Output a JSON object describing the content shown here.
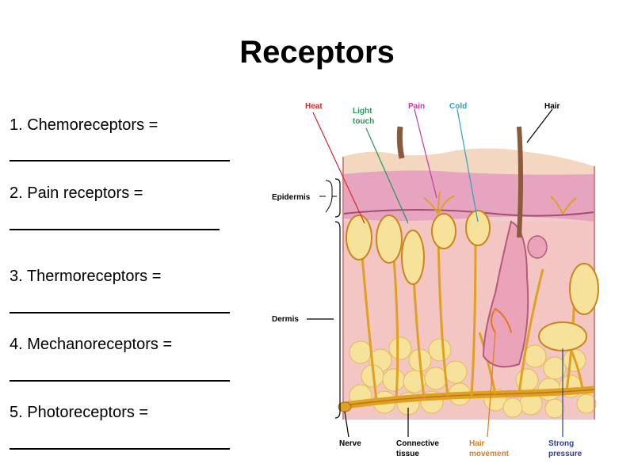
{
  "title": "Receptors",
  "list": [
    {
      "text": "1. Chemoreceptors ="
    },
    {
      "text": "2. Pain receptors ="
    },
    {
      "text": "3. Thermoreceptors ="
    },
    {
      "text": "4. Mechanoreceptors ="
    },
    {
      "text": "5. Photoreceptors ="
    }
  ],
  "diagram": {
    "top_labels": {
      "heat": "Heat",
      "light_touch_1": "Light",
      "light_touch_2": "touch",
      "pain": "Pain",
      "cold": "Cold",
      "hair": "Hair"
    },
    "side_labels": {
      "epidermis": "Epidermis",
      "dermis": "Dermis"
    },
    "bottom_labels": {
      "nerve": "Nerve",
      "connective_1": "Connective",
      "connective_2": "tissue",
      "hair_movement_1": "Hair",
      "hair_movement_2": "movement",
      "strong_pressure_1": "Strong",
      "strong_pressure_2": "pressure"
    },
    "colors": {
      "heat": "#d8262b",
      "light_touch": "#1f9a5a",
      "pain": "#c63aa8",
      "cold": "#2aa2c6",
      "nerve": "#e0a021",
      "hair_movement": "#e07a1a",
      "strong_pressure": "#2a3f9a"
    }
  }
}
